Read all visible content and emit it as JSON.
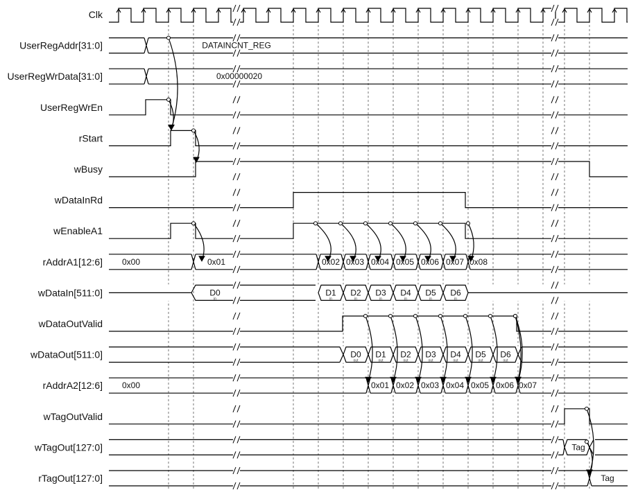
{
  "signals": [
    {
      "id": "clk",
      "label": "Clk",
      "type": "clock"
    },
    {
      "id": "useraddr",
      "label": "UserRegAddr[31:0]",
      "type": "bus",
      "value": "DATAINCNT_REG"
    },
    {
      "id": "userdata",
      "label": "UserRegWrData[31:0]",
      "type": "bus",
      "value": "0x00000020"
    },
    {
      "id": "userwren",
      "label": "UserRegWrEn",
      "type": "bit"
    },
    {
      "id": "rstart",
      "label": "rStart",
      "type": "bit"
    },
    {
      "id": "wbusy",
      "label": "wBusy",
      "type": "bit"
    },
    {
      "id": "wdatainrd",
      "label": "wDataInRd",
      "type": "bit"
    },
    {
      "id": "wenablea1",
      "label": "wEnableA1",
      "type": "bit"
    },
    {
      "id": "raddra1",
      "label": "rAddrA1[12:6]",
      "type": "bus",
      "values": [
        "0x00",
        "0x01",
        "0x02",
        "0x03",
        "0x04",
        "0x05",
        "0x06",
        "0x07",
        "0x08"
      ]
    },
    {
      "id": "wdatain",
      "label": "wDataIn[511:0]",
      "type": "bus",
      "values": [
        "D0",
        "D1",
        "D2",
        "D3",
        "D4",
        "D5",
        "D6"
      ],
      "subscript": "in"
    },
    {
      "id": "wdataoutvalid",
      "label": "wDataOutValid",
      "type": "bit"
    },
    {
      "id": "wdataout",
      "label": "wDataOut[511:0]",
      "type": "bus",
      "values": [
        "D0",
        "D1",
        "D2",
        "D3",
        "D4",
        "D5",
        "D6"
      ],
      "subscript": "out"
    },
    {
      "id": "raddra2",
      "label": "rAddrA2[12:6]",
      "type": "bus",
      "values": [
        "0x00",
        "0x01",
        "0x02",
        "0x03",
        "0x04",
        "0x05",
        "0x06",
        "0x07"
      ]
    },
    {
      "id": "wtagoutvalid",
      "label": "wTagOutValid",
      "type": "bit"
    },
    {
      "id": "wtagout",
      "label": "wTagOut[127:0]",
      "type": "bus",
      "value": "Tag"
    },
    {
      "id": "rtagout",
      "label": "rTagOut[127:0]",
      "type": "bus",
      "value": "Tag"
    }
  ]
}
